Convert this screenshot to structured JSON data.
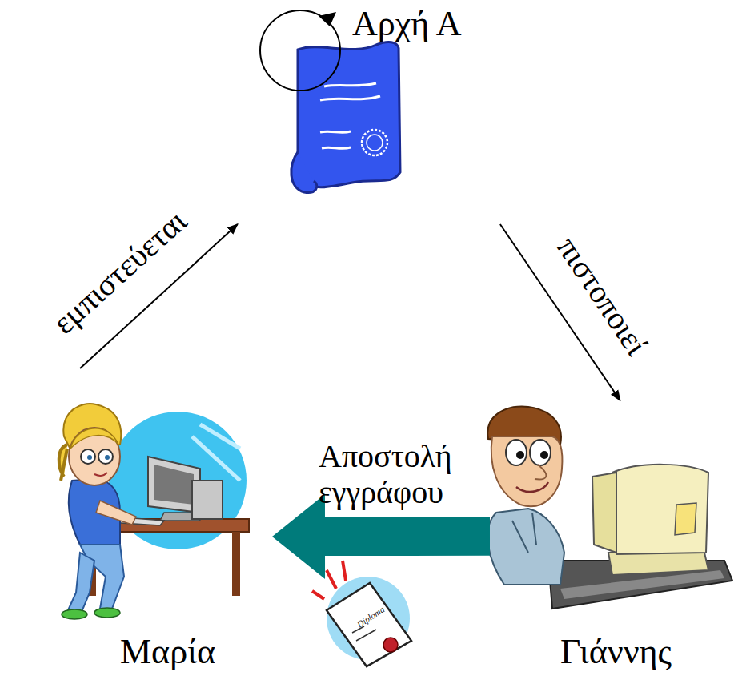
{
  "diagram": {
    "nodes": [
      {
        "text": [
          "Αρχή Α"
        ]
      },
      {
        "text": [
          "Μαρία"
        ]
      },
      {
        "text": [
          "Γιάννης"
        ]
      }
    ],
    "edges": [
      {
        "from": 1,
        "to": 0,
        "arrow": "to",
        "label": "εμπιστεύεται"
      },
      {
        "from": 0,
        "to": 2,
        "arrow": "to",
        "label": "πιστοποιεί"
      },
      {
        "from": 2,
        "to": 1,
        "arrow": "to",
        "label": "Αποστολή εγγράφου"
      }
    ],
    "labels": [
      "Diploma"
    ]
  }
}
